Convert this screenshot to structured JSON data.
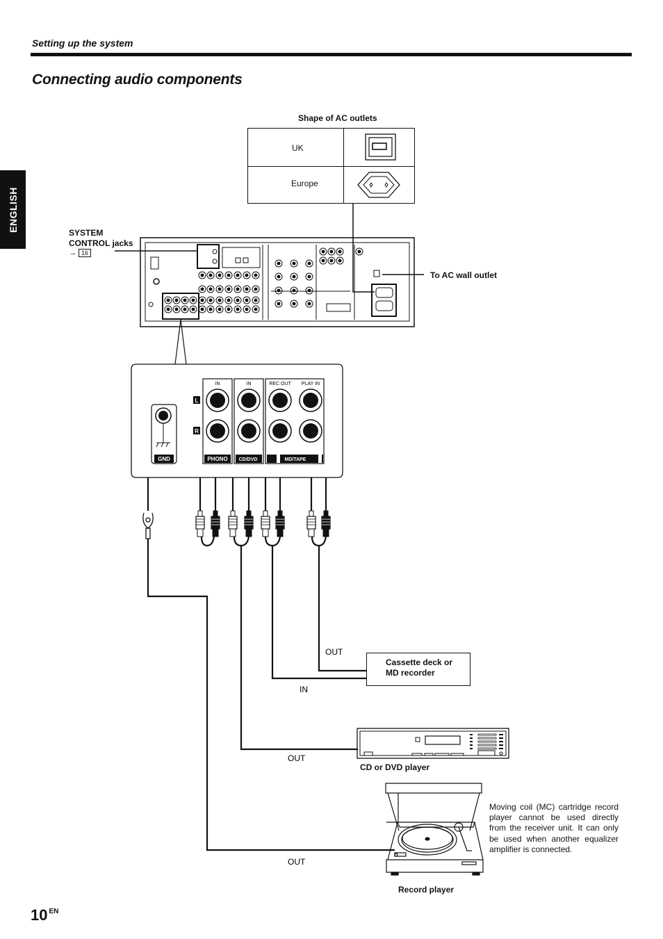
{
  "header": {
    "section": "Setting up the system",
    "title": "Connecting audio components"
  },
  "side_tab": "ENGLISH",
  "ac_outlets": {
    "title": "Shape of AC outlets",
    "rows": [
      {
        "label": "UK",
        "icon": "uk-plug-icon"
      },
      {
        "label": "Europe",
        "icon": "europe-plug-icon"
      }
    ]
  },
  "labels": {
    "system_control": "SYSTEM\nCONTROL jacks",
    "system_control_ref": "16",
    "ac_wall": "To AC wall outlet"
  },
  "panel": {
    "sub_in_1": "IN",
    "sub_in_2": "IN",
    "sub_rec_out": "REC OUT",
    "sub_play_in": "PLAY IN",
    "ch_l": "L",
    "ch_r": "R",
    "gnd": "GND",
    "phono": "PHONO",
    "cd_dvd": "CD/DVD",
    "md_tape": "MD/TAPE"
  },
  "devices": {
    "cassette": "Cassette deck or\nMD recorder",
    "cd": "CD or DVD player",
    "record": "Record player"
  },
  "signals": {
    "cassette_out": "OUT",
    "cassette_in": "IN",
    "cd_out": "OUT",
    "record_out": "OUT"
  },
  "note": "Moving coil (MC) cartridge record player cannot be used directly from the receiver unit. It can only be used when another equalizer amplifier is connected.",
  "page": {
    "number": "10",
    "suffix": "EN"
  }
}
